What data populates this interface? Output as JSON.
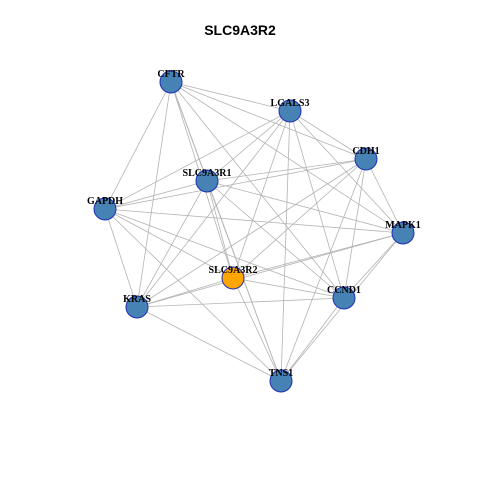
{
  "title": "SLC9A3R2",
  "colors": {
    "hub": "#ffa500",
    "node": "#4682b4",
    "node_border": "#1f2fb3",
    "edge": "#b3b3b3"
  },
  "nodes": [
    {
      "id": "CFTR",
      "label": "CFTR",
      "hub": false
    },
    {
      "id": "LGALS3",
      "label": "LGALS3",
      "hub": false
    },
    {
      "id": "CDH1",
      "label": "CDH1",
      "hub": false
    },
    {
      "id": "SLC9A3R1",
      "label": "SLC9A3R1",
      "hub": false
    },
    {
      "id": "GAPDH",
      "label": "GAPDH",
      "hub": false
    },
    {
      "id": "MAPK1",
      "label": "MAPK1",
      "hub": false
    },
    {
      "id": "SLC9A3R2",
      "label": "SLC9A3R2",
      "hub": true
    },
    {
      "id": "KRAS",
      "label": "KRAS",
      "hub": false
    },
    {
      "id": "CCND1",
      "label": "CCND1",
      "hub": false
    },
    {
      "id": "TNS1",
      "label": "TNS1",
      "hub": false
    }
  ],
  "edges": [
    [
      "CFTR",
      "LGALS3"
    ],
    [
      "CFTR",
      "CDH1"
    ],
    [
      "CFTR",
      "SLC9A3R1"
    ],
    [
      "CFTR",
      "GAPDH"
    ],
    [
      "CFTR",
      "MAPK1"
    ],
    [
      "CFTR",
      "SLC9A3R2"
    ],
    [
      "CFTR",
      "KRAS"
    ],
    [
      "CFTR",
      "CCND1"
    ],
    [
      "CFTR",
      "TNS1"
    ],
    [
      "LGALS3",
      "CDH1"
    ],
    [
      "LGALS3",
      "SLC9A3R1"
    ],
    [
      "LGALS3",
      "GAPDH"
    ],
    [
      "LGALS3",
      "MAPK1"
    ],
    [
      "LGALS3",
      "SLC9A3R2"
    ],
    [
      "LGALS3",
      "KRAS"
    ],
    [
      "LGALS3",
      "CCND1"
    ],
    [
      "LGALS3",
      "TNS1"
    ],
    [
      "CDH1",
      "SLC9A3R1"
    ],
    [
      "CDH1",
      "GAPDH"
    ],
    [
      "CDH1",
      "MAPK1"
    ],
    [
      "CDH1",
      "SLC9A3R2"
    ],
    [
      "CDH1",
      "KRAS"
    ],
    [
      "CDH1",
      "CCND1"
    ],
    [
      "CDH1",
      "TNS1"
    ],
    [
      "SLC9A3R1",
      "GAPDH"
    ],
    [
      "SLC9A3R1",
      "MAPK1"
    ],
    [
      "SLC9A3R1",
      "SLC9A3R2"
    ],
    [
      "SLC9A3R1",
      "KRAS"
    ],
    [
      "SLC9A3R1",
      "CCND1"
    ],
    [
      "SLC9A3R1",
      "TNS1"
    ],
    [
      "GAPDH",
      "MAPK1"
    ],
    [
      "GAPDH",
      "SLC9A3R2"
    ],
    [
      "GAPDH",
      "KRAS"
    ],
    [
      "GAPDH",
      "CCND1"
    ],
    [
      "GAPDH",
      "TNS1"
    ],
    [
      "MAPK1",
      "SLC9A3R2"
    ],
    [
      "MAPK1",
      "KRAS"
    ],
    [
      "MAPK1",
      "CCND1"
    ],
    [
      "MAPK1",
      "TNS1"
    ],
    [
      "SLC9A3R2",
      "KRAS"
    ],
    [
      "SLC9A3R2",
      "CCND1"
    ],
    [
      "SLC9A3R2",
      "TNS1"
    ],
    [
      "KRAS",
      "CCND1"
    ],
    [
      "KRAS",
      "TNS1"
    ],
    [
      "CCND1",
      "TNS1"
    ]
  ]
}
